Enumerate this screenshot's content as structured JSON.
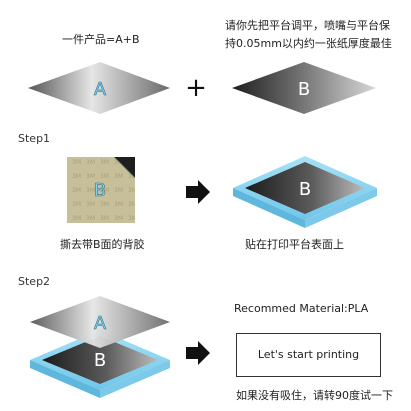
{
  "top": {
    "left_caption": "一件产品=A+B",
    "right_caption_line1": "请你先把平台调平，喷嘴与平台保",
    "right_caption_line2": "持0.05mm以内约一张纸厚度最佳",
    "plus": "+"
  },
  "labels": {
    "a": "A",
    "b": "B"
  },
  "step1": {
    "title": "Step1",
    "left_caption": "撕去带B面的背胶",
    "right_caption": "贴在打印平台表面上",
    "sticker_text": "3M"
  },
  "step2": {
    "title": "Step2",
    "material": "Recommed Material:PLA",
    "box_text": "Let's start printing",
    "bottom_caption": "如果没有吸住，请转90度试一下"
  },
  "colors": {
    "label_a": "#7fd3f2",
    "blue_border": "#8fd6f1",
    "backing": "#c9c09a",
    "dark_plate": "#2c2c2c"
  }
}
